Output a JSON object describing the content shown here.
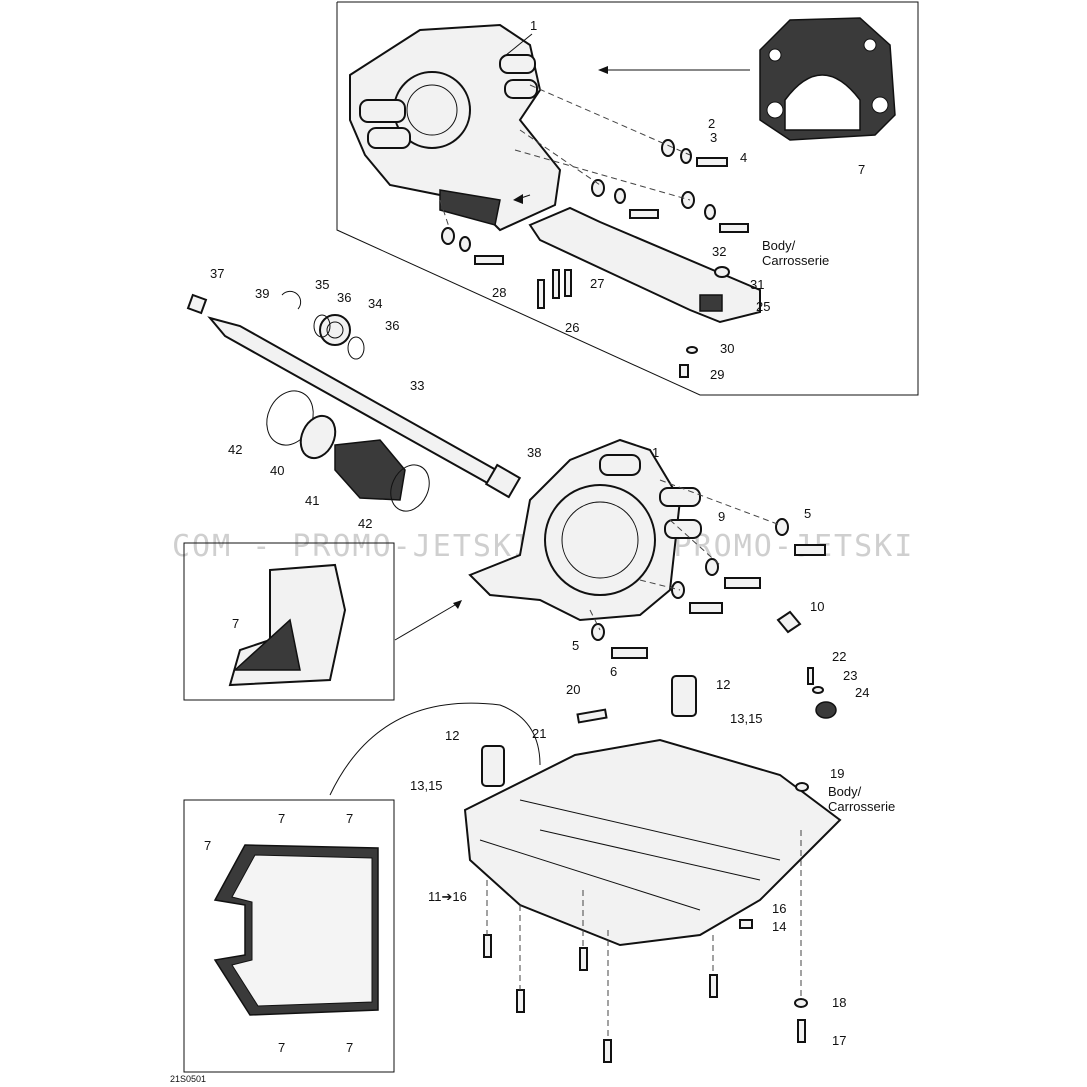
{
  "watermark": "COM - PROMO-JETSKI.COM - PROMO-JETSKI",
  "reference_code": "21S0501",
  "body_note_line1": "Body/",
  "body_note_line2": "Carrosserie",
  "callouts": {
    "c1a": "1",
    "c2": "2",
    "c3": "3",
    "c4": "4",
    "c7a": "7",
    "c32": "32",
    "c31": "31",
    "c25": "25",
    "c27": "27",
    "c28": "28",
    "c26": "26",
    "c30": "30",
    "c29": "29",
    "c37": "37",
    "c39": "39",
    "c35": "35",
    "c36a": "36",
    "c34": "34",
    "c36b": "36",
    "c33": "33",
    "c42a": "42",
    "c40": "40",
    "c41": "41",
    "c42b": "42",
    "c38": "38",
    "c1b": "1",
    "c9": "9",
    "c5a": "5",
    "c10": "10",
    "c5b": "5",
    "c6": "6",
    "c7b": "7",
    "c22": "22",
    "c23": "23",
    "c24": "24",
    "c12a": "12",
    "c1315a": "13,15",
    "c20": "20",
    "c21": "21",
    "c12b": "12",
    "c1315b": "13,15",
    "c19": "19",
    "c7c": "7",
    "c7d": "7",
    "c7e": "7",
    "c7f": "7",
    "c7g": "7",
    "c1116": "11➔16",
    "c16": "16",
    "c14": "14",
    "c18": "18",
    "c17": "17"
  },
  "glue_icon": "glue-drop-icon"
}
